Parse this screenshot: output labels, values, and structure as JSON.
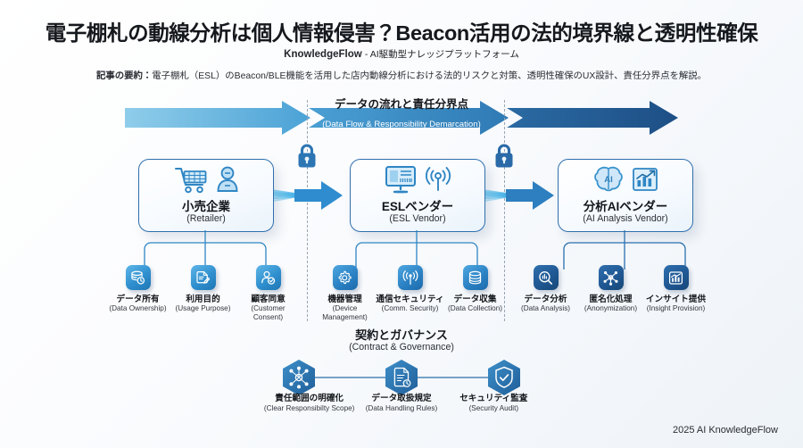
{
  "header": {
    "title": "電子棚札の動線分析は個人情報侵害？Beacon活用の法的境界線と透明性確保",
    "brand": "KnowledgeFlow",
    "brand_tagline": "- AI駆動型ナレッジプラットフォーム",
    "summary_label": "記事の要約：",
    "summary_text": "電子棚札（ESL）のBeacon/BLE機能を活用した店内動線分析における法的リスクと対策、透明性確保のUX設計、責任分界点を解説。"
  },
  "band": {
    "label_jp": "データの流れと責任分界点",
    "label_en": "(Data Flow & Responsibility Demarcation)",
    "colors": [
      "#74c0e6",
      "#3f93cd",
      "#23598f"
    ]
  },
  "locks": [
    {
      "name": "lock-demarcation-1"
    },
    {
      "name": "lock-demarcation-2"
    }
  ],
  "entities": [
    {
      "id": "retailer",
      "name_jp": "小売企業",
      "name_en": "(Retailer)",
      "icons": [
        "shopping-cart-icon",
        "customer-person-icon"
      ],
      "items": [
        {
          "jp": "データ所有",
          "en": "(Data Ownership)",
          "icon": "database-ownership-icon",
          "tone": "light"
        },
        {
          "jp": "利用目的",
          "en": "(Usage Purpose)",
          "icon": "document-edit-icon",
          "tone": "light"
        },
        {
          "jp": "顧客同意",
          "en": "(Customer Consent)",
          "icon": "person-check-icon",
          "tone": "light"
        }
      ]
    },
    {
      "id": "esl-vendor",
      "name_jp": "ESLベンダー",
      "name_en": "(ESL Vendor)",
      "icons": [
        "monitor-display-icon",
        "wireless-signal-icon"
      ],
      "items": [
        {
          "jp": "機器管理",
          "en": "(Device Management)",
          "icon": "gear-icon",
          "tone": "mid",
          "wrap": true
        },
        {
          "jp": "通信セキュリティ",
          "en": "(Comm. Security)",
          "icon": "signal-tower-icon",
          "tone": "mid"
        },
        {
          "jp": "データ収集",
          "en": "(Data Collection)",
          "icon": "database-icon",
          "tone": "mid"
        }
      ]
    },
    {
      "id": "ai-vendor",
      "name_jp": "分析AIベンダー",
      "name_en": "(AI Analysis Vendor)",
      "icons": [
        "ai-brain-icon",
        "growth-chart-icon"
      ],
      "items": [
        {
          "jp": "データ分析",
          "en": "(Data Analysis)",
          "icon": "chart-magnifier-icon",
          "tone": "dark"
        },
        {
          "jp": "匿名化処理",
          "en": "(Anonymization)",
          "icon": "anonymize-network-icon",
          "tone": "dark"
        },
        {
          "jp": "インサイト提供",
          "en": "(Insight Provision)",
          "icon": "insight-chart-icon",
          "tone": "dark"
        }
      ]
    }
  ],
  "governance": {
    "title_jp": "契約とガバナンス",
    "title_en": "(Contract & Governance)",
    "items": [
      {
        "jp": "責任範囲の明確化",
        "en": "(Clear Responsibilty Scope)",
        "icon": "network-molecule-icon"
      },
      {
        "jp": "データ取扱規定",
        "en": "(Data Handling Rules)",
        "icon": "document-clock-icon"
      },
      {
        "jp": "セキュリティ監査",
        "en": "(Security Audit)",
        "icon": "shield-check-icon"
      }
    ]
  },
  "footer": {
    "copyright": "2025 AI KnowledgeFlow"
  }
}
